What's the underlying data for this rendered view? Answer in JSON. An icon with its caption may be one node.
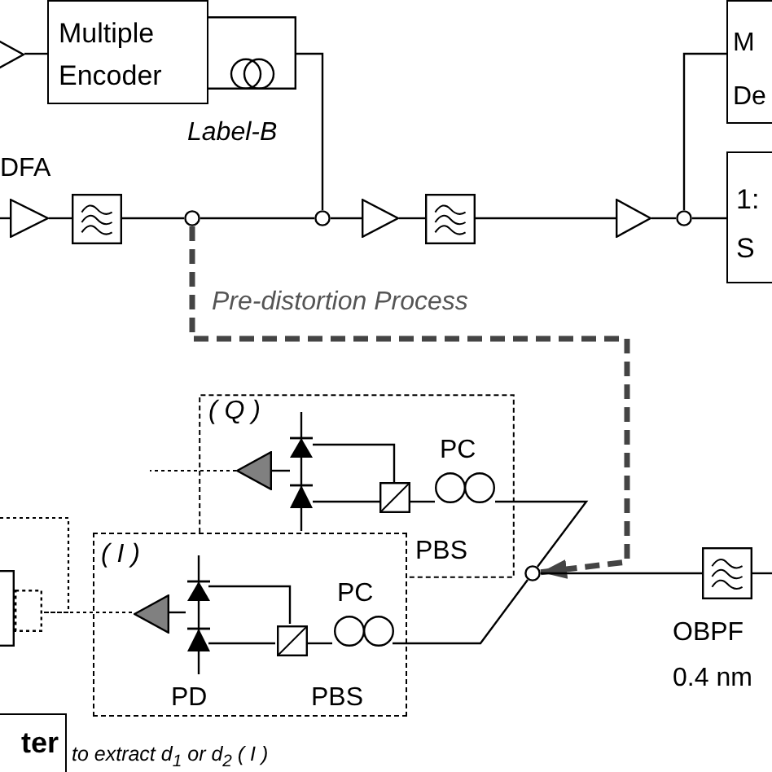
{
  "diagram": {
    "nodes": [
      {
        "text": [],
        "shape": "triangle"
      },
      {
        "text": [
          "Multiple Encoder"
        ]
      },
      {
        "text": [],
        "shape": "coil"
      },
      {
        "text": [
          "M De"
        ]
      },
      {
        "text": [
          "DFA"
        ]
      },
      {
        "text": [],
        "shape": "filter"
      },
      {
        "text": [],
        "shape": "circle"
      },
      {
        "text": [],
        "shape": "circle"
      },
      {
        "text": [],
        "shape": "triangle"
      },
      {
        "text": [],
        "shape": "filter"
      },
      {
        "text": [],
        "shape": "triangle"
      },
      {
        "text": [],
        "shape": "circle"
      },
      {
        "text": [
          "1: S"
        ]
      },
      {
        "text": [
          "( Q )"
        ]
      },
      {
        "text": [],
        "shape": "triangle",
        "in": 13
      },
      {
        "text": [],
        "shape": "diode",
        "in": 13
      },
      {
        "text": [
          "PBS"
        ],
        "in": 13
      },
      {
        "text": [
          "PC"
        ],
        "in": 13
      },
      {
        "text": [
          "( I )"
        ]
      },
      {
        "text": [],
        "shape": "triangle",
        "in": 18
      },
      {
        "text": [
          "PD"
        ],
        "in": 18
      },
      {
        "text": [
          "PBS"
        ],
        "in": 18
      },
      {
        "text": [
          "PC"
        ],
        "in": 18
      },
      {
        "text": [],
        "shape": "circle"
      },
      {
        "text": [
          "OBPF"
        ],
        "beside": [
          "0.4 nm"
        ]
      },
      {
        "text": [],
        "shape": "box"
      },
      {
        "text": [],
        "shape": "box"
      },
      {
        "text": [
          "ter"
        ]
      }
    ],
    "edges": [
      {
        "from": 0,
        "to": 1,
        "arrow": "none"
      },
      {
        "from": 2,
        "to": 7,
        "arrow": "none"
      },
      {
        "from": 11,
        "to": 3,
        "arrow": "none"
      },
      {
        "from": null,
        "to": 4,
        "arrow": "none"
      },
      {
        "from": 4,
        "to": 5,
        "arrow": "none"
      },
      {
        "from": 5,
        "to": 6,
        "arrow": "none"
      },
      {
        "from": 6,
        "to": 7,
        "arrow": "none"
      },
      {
        "from": 7,
        "to": 8,
        "arrow": "none"
      },
      {
        "from": 8,
        "to": 9,
        "arrow": "none"
      },
      {
        "from": 9,
        "to": 10,
        "arrow": "none"
      },
      {
        "from": 10,
        "to": 11,
        "arrow": "none"
      },
      {
        "from": 11,
        "to": 12,
        "arrow": "none"
      },
      {
        "from": 6,
        "to": 23,
        "arrow": "to",
        "label": "Pre-distortion Process",
        "style": "dashed",
        "color": "#444444"
      },
      {
        "from": 24,
        "to": null,
        "arrow": "none"
      },
      {
        "from": 24,
        "to": 23,
        "arrow": "none"
      },
      {
        "from": 23,
        "to": 17,
        "arrow": "none"
      },
      {
        "from": 17,
        "to": 16,
        "arrow": "none"
      },
      {
        "from": 16,
        "to": 15,
        "arrow": "none"
      },
      {
        "from": 16,
        "to": 15,
        "arrow": "none"
      },
      {
        "from": 15,
        "to": 14,
        "arrow": "none"
      },
      {
        "from": 14,
        "to": null,
        "arrow": "none",
        "style": "dashed"
      },
      {
        "from": 23,
        "to": 22,
        "arrow": "none"
      },
      {
        "from": 22,
        "to": 21,
        "arrow": "none"
      },
      {
        "from": 21,
        "to": 20,
        "arrow": "none"
      },
      {
        "from": 21,
        "to": 20,
        "arrow": "none"
      },
      {
        "from": 20,
        "to": 19,
        "arrow": "none"
      },
      {
        "from": 19,
        "to": 26,
        "arrow": "none",
        "style": "dashed"
      },
      {
        "from": null,
        "to": 26,
        "arrow": "none",
        "style": "dashed"
      }
    ],
    "labels": [
      "Label-B",
      "to extract d$_{1}$ or d$_{2}$ ( I )"
    ]
  }
}
